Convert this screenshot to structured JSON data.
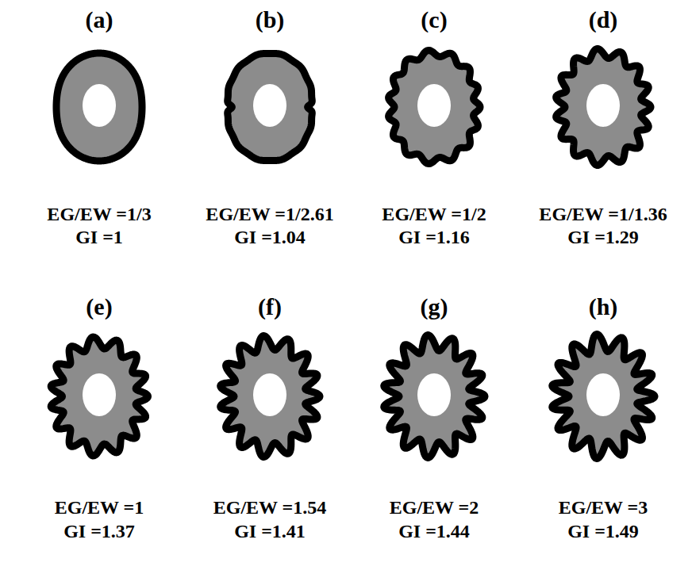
{
  "diagram": {
    "labels": [
      "(a)",
      "EG/EW =1/3",
      "GI =1",
      "(b)",
      "EG/EW =1/2.61",
      "GI =1.04",
      "(c)",
      "EG/EW =1/2",
      "GI =1.16",
      "(d)",
      "EG/EW =1/1.36",
      "GI =1.29",
      "(e)",
      "EG/EW =1",
      "GI =1.37",
      "(f)",
      "EG/EW =1.54",
      "GI =1.41",
      "(g)",
      "EG/EW =2",
      "GI =1.44",
      "(h)",
      "EG/EW =3",
      "GI =1.49"
    ]
  }
}
